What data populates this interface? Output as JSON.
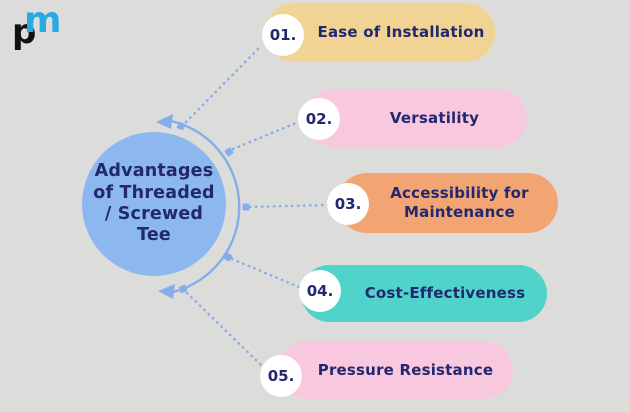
{
  "colors": {
    "background": "#dcdcda",
    "connector": "#85ade9",
    "navy": "#23276f",
    "circle_fill": "#8cb7ef",
    "white": "#ffffff",
    "logo_blue": "#29abe2",
    "logo_black": "#101010"
  },
  "logo": {
    "letter_p": "p",
    "letter_m": "m"
  },
  "center": {
    "title": "Advantages\nof Threaded\n/ Screwed\nTee",
    "fill": "#8cb7ef"
  },
  "items": [
    {
      "number": "01.",
      "label": "Ease of Installation",
      "color": "#f1d493"
    },
    {
      "number": "02.",
      "label": "Versatility",
      "color": "#f8c8df"
    },
    {
      "number": "03.",
      "label": "Accessibility for Maintenance",
      "color": "#f2a573"
    },
    {
      "number": "04.",
      "label": "Cost-Effectiveness",
      "color": "#4fd3cb"
    },
    {
      "number": "05.",
      "label": "Pressure Resistance",
      "color": "#f8c8df"
    }
  ]
}
